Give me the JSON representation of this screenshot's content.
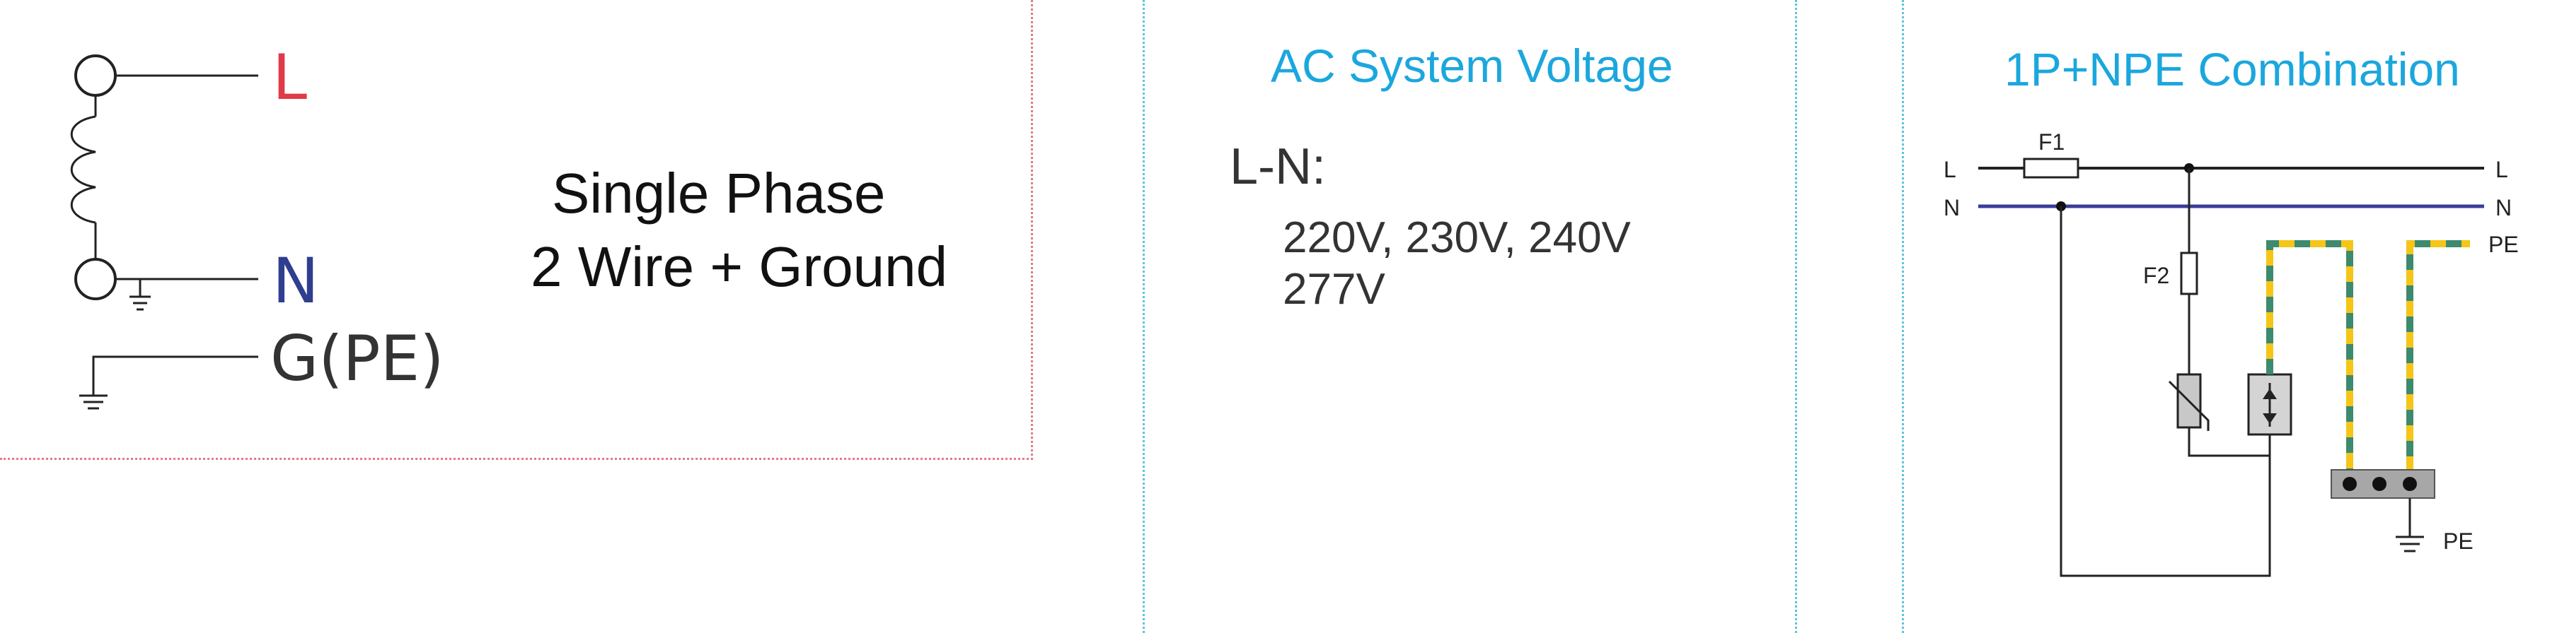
{
  "panel_wiring": {
    "label_l": "L",
    "label_n": "N",
    "label_g": "G(PE)",
    "description_line1": "Single Phase",
    "description_line2": "2 Wire + Ground",
    "colors": {
      "L": "#e03a48",
      "N": "#2f3e8f",
      "G": "#333333"
    }
  },
  "panel_voltage": {
    "title": "AC System Voltage",
    "heading": "L-N:",
    "values_line1": "220V, 230V, 240V",
    "values_line2": "277V"
  },
  "panel_combination": {
    "title": "1P+NPE Combination",
    "left_l": "L",
    "left_n": "N",
    "right_l": "L",
    "right_n": "N",
    "right_pe": "PE",
    "fuse1": "F1",
    "fuse2": "F2",
    "ground_pe": "PE",
    "colors": {
      "neutral_line": "#3a3d9a",
      "pe_yellow": "#f5c518",
      "pe_green": "#3d8a6e",
      "accent_title": "#1ba7dd"
    }
  }
}
